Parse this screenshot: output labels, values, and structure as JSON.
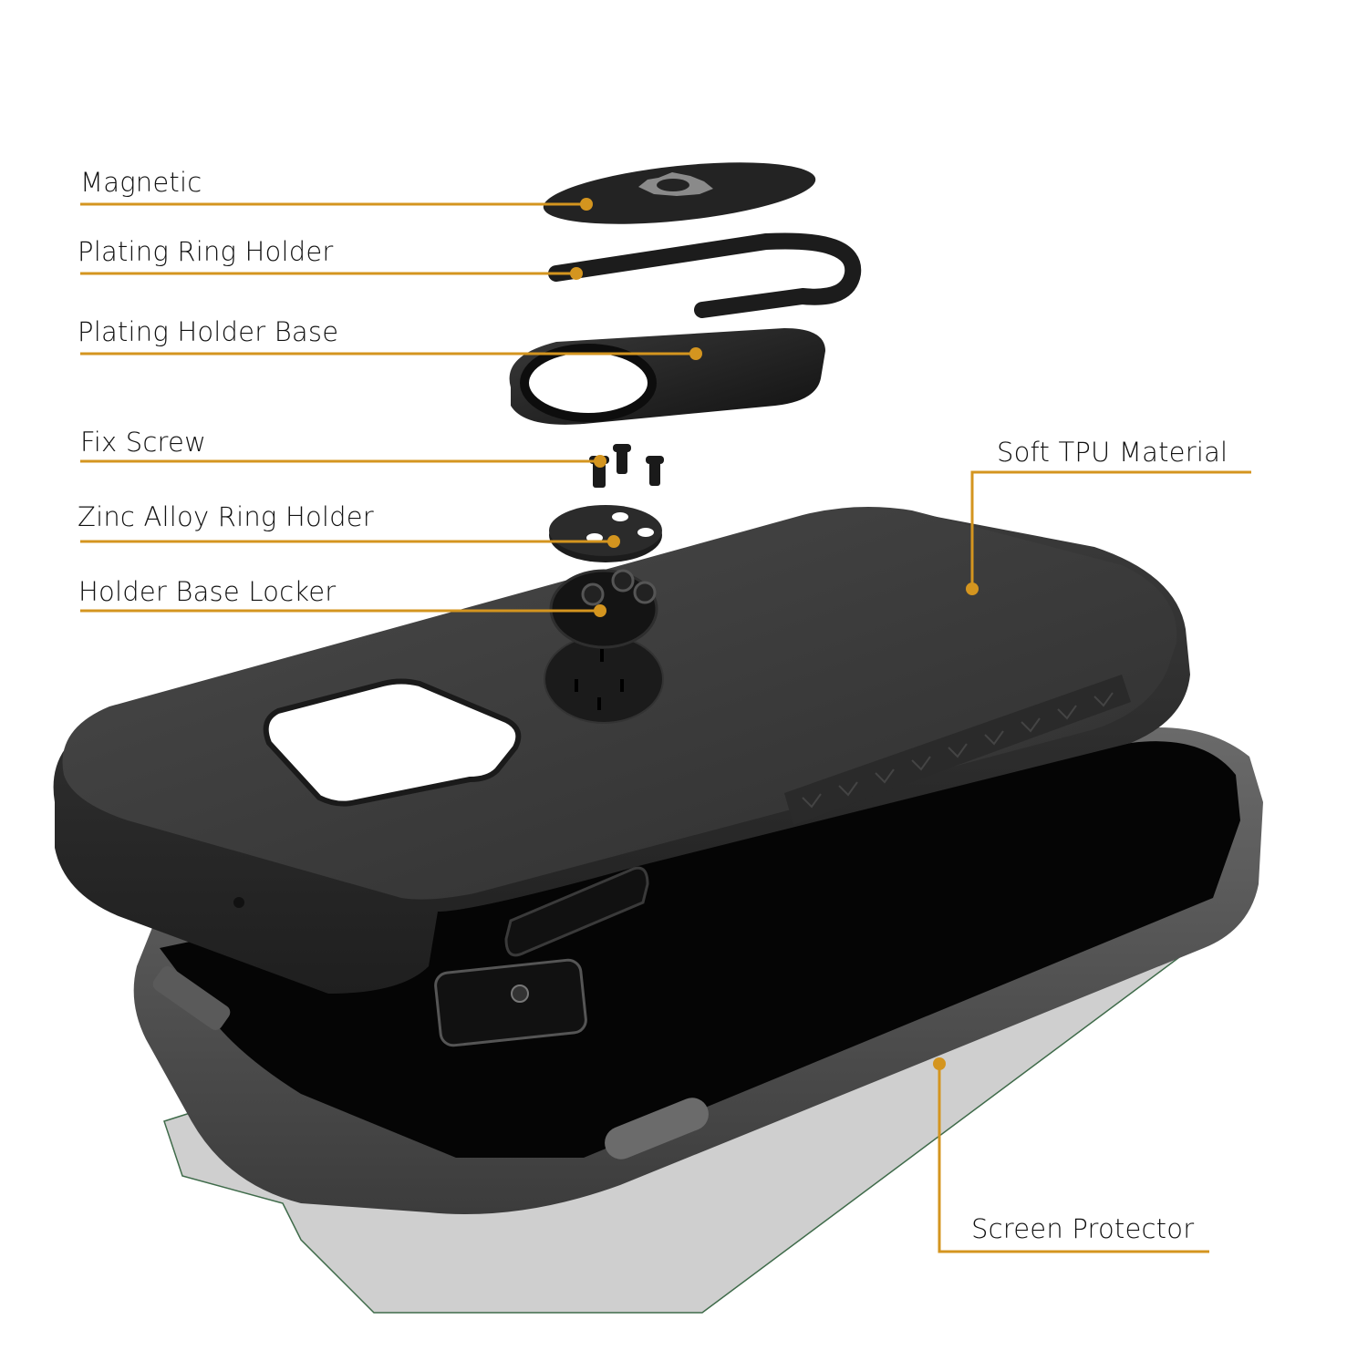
{
  "diagram": {
    "type": "exploded-product-view",
    "subject": "Phone case with ring holder",
    "accent_color": "#D4951F",
    "callouts": [
      {
        "id": "magnetic",
        "label": "Magnetic"
      },
      {
        "id": "plating-ring-holder",
        "label": "Plating Ring Holder"
      },
      {
        "id": "plating-holder-base",
        "label": "Plating Holder Base"
      },
      {
        "id": "fix-screw",
        "label": "Fix Screw"
      },
      {
        "id": "zinc-alloy-ring-holder",
        "label": "Zinc Alloy Ring Holder"
      },
      {
        "id": "holder-base-locker",
        "label": "Holder Base Locker"
      },
      {
        "id": "soft-tpu-material",
        "label": "Soft TPU Material"
      },
      {
        "id": "screen-protector",
        "label": "Screen Protector"
      }
    ]
  }
}
